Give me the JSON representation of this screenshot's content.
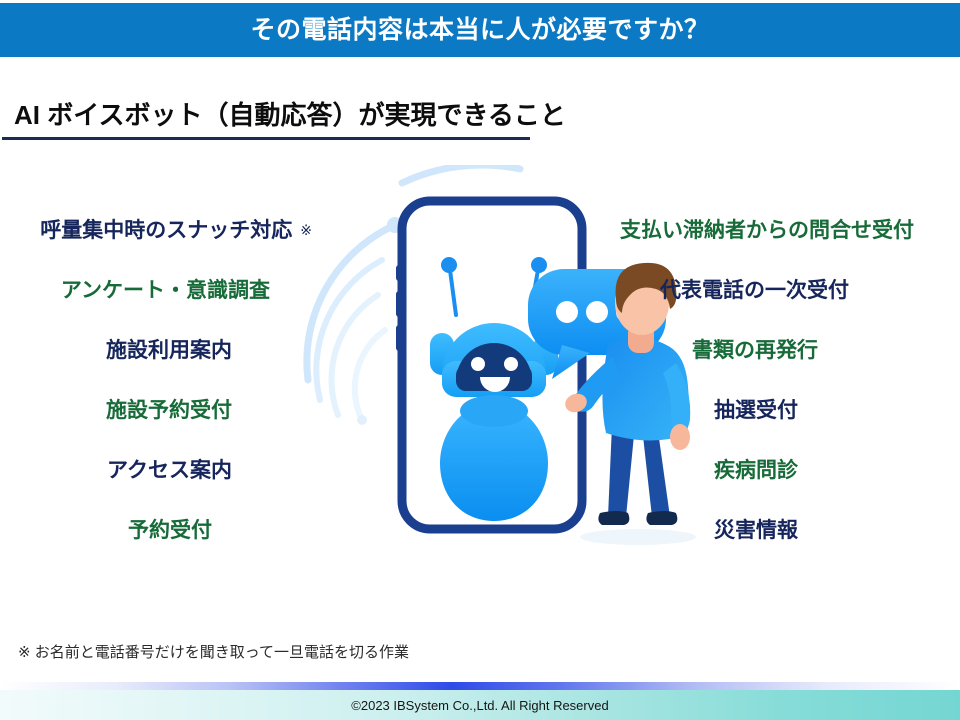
{
  "header": {
    "title": "その電話内容は本当に人が必要ですか？",
    "bar_color": "#0b79c3"
  },
  "subtitle": {
    "text": "AI ボイスボット（自動応答）が実現できること",
    "rule_color": "#1b2a56"
  },
  "colors": {
    "navy": "#16265c",
    "green": "#176b38",
    "accent_blue": "#0b79c3",
    "robot_dark": "#133a7a",
    "robot_light": "#29a8f5",
    "phone_frame": "#1b3f8f"
  },
  "left_column": [
    {
      "label": "呼量集中時のスナッチ対応",
      "color": "navy",
      "note": "※"
    },
    {
      "label": "アンケート・意識調査",
      "color": "green",
      "note": ""
    },
    {
      "label": "施設利用案内",
      "color": "navy",
      "note": ""
    },
    {
      "label": "施設予約受付",
      "color": "green",
      "note": ""
    },
    {
      "label": "アクセス案内",
      "color": "navy",
      "note": ""
    },
    {
      "label": "予約受付",
      "color": "green",
      "note": ""
    }
  ],
  "right_column": [
    {
      "label": "支払い滞納者からの問合せ受付",
      "color": "green",
      "note": ""
    },
    {
      "label": "代表電話の一次受付",
      "color": "navy",
      "note": ""
    },
    {
      "label": "書類の再発行",
      "color": "green",
      "note": ""
    },
    {
      "label": "抽選受付",
      "color": "navy",
      "note": ""
    },
    {
      "label": "疾病問診",
      "color": "green",
      "note": ""
    },
    {
      "label": "災害情報",
      "color": "navy",
      "note": ""
    }
  ],
  "footnote": "※ お名前と電話番号だけを聞き取って一旦電話を切る作業",
  "footer": {
    "copyright": "©2023 IBSystem Co.,Ltd.  All Right Reserved"
  },
  "illustration": {
    "icons": [
      "smartphone-frame",
      "robot-chatbot-avatar",
      "speech-bubble-three-dots",
      "standing-person",
      "signal-arcs"
    ]
  }
}
